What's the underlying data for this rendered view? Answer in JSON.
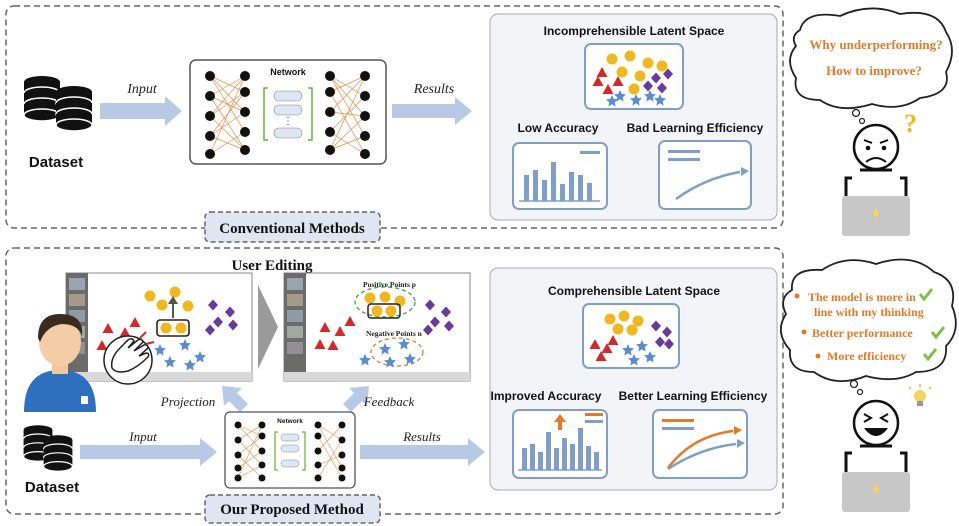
{
  "top": {
    "dataset_label": "Dataset",
    "input_label": "Input",
    "network_label": "Network",
    "results_label": "Results",
    "latent_title": "Incomprehensible Latent Space",
    "accuracy_title": "Low Accuracy",
    "efficiency_title": "Bad Learning Efficiency",
    "method_label": "Conventional Methods",
    "thought_lines": [
      "Why underperforming?",
      "How to improve?"
    ]
  },
  "bottom": {
    "user_editing_label": "User Editing",
    "positive_points_label": "Positive Points p",
    "negative_points_label": "Negative Points n",
    "projection_label": "Projection",
    "feedback_label": "Feedback",
    "dataset_label": "Dataset",
    "input_label": "Input",
    "network_label": "Network",
    "results_label": "Results",
    "latent_title": "Comprehensible Latent Space",
    "accuracy_title": "Improved Accuracy",
    "efficiency_title": "Better Learning Efficiency",
    "method_label": "Our Proposed Method",
    "thought_items": [
      "The model is more in line with my thinking",
      "Better performance",
      "More efficiency"
    ]
  },
  "colors": {
    "accent_orange": "#e07b2a",
    "panel_border": "#7f9fc9",
    "arrow_fill": "#b8c9e6",
    "check_green": "#7ac143",
    "point_red": "#d22a2a",
    "point_gold": "#f0b820",
    "point_purple": "#6a3a9a",
    "point_blue": "#5b8bd0"
  }
}
